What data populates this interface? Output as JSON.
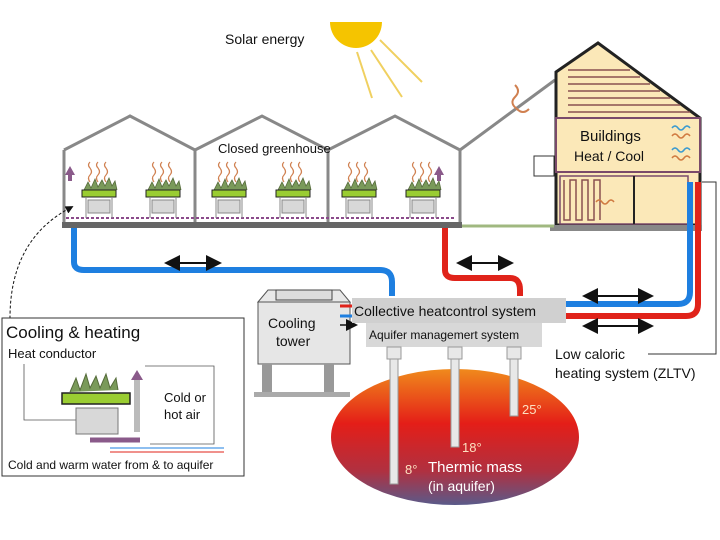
{
  "title": "Closed greenhouse aquifer thermal energy system",
  "labels": {
    "solar": "Solar energy",
    "greenhouse": "Closed greenhouse",
    "buildings": "Buildings",
    "heat_cool": "Heat / Cool",
    "cooling_tower_1": "Cooling",
    "cooling_tower_2": "tower",
    "collective": "Collective heatcontrol system",
    "aquifer_mgmt": "Aquifer managemert system",
    "low_caloric_1": "Low caloric",
    "low_caloric_2": "heating system (ZLTV)",
    "thermic_1": "Thermic mass",
    "thermic_2": "(in aquifer)"
  },
  "temperatures": {
    "cold": "8°",
    "mid": "18°",
    "warm": "25°"
  },
  "inset": {
    "title": "Cooling & heating",
    "heat_conductor": "Heat conductor",
    "air_1": "Cold or",
    "air_2": "hot air",
    "water": "Cold and warm water from & to aquifer"
  },
  "colors": {
    "cold_pipe": "#1e7fe0",
    "warm_pipe": "#e0231a",
    "sun": "#f5c400",
    "building_fill": "#fbe8b8",
    "plant_green": "#9acd32"
  }
}
